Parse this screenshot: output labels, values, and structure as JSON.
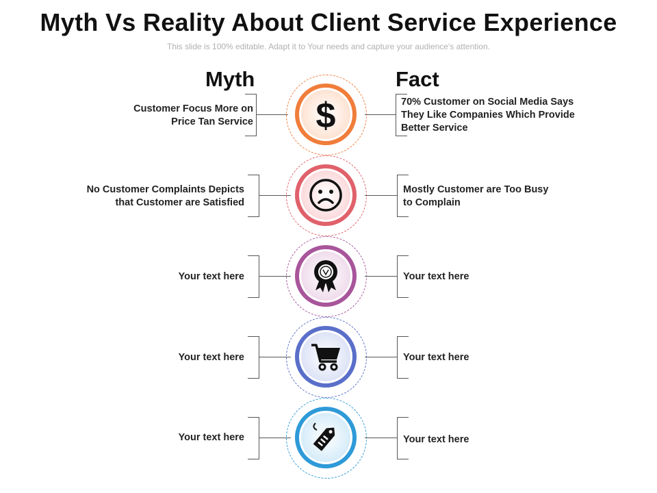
{
  "title": "Myth Vs Reality About Client Service Experience",
  "subtitle": "This slide is 100% editable. Adapt it to Your needs and capture your audience's attention.",
  "headers": {
    "myth": "Myth",
    "fact": "Fact"
  },
  "rows": [
    {
      "myth": "Customer Focus More on\nPrice Tan Service",
      "fact": "70% Customer on Social Media Says\nThey Like Companies Which Provide\nBetter Service",
      "icon": "dollar-icon",
      "color": "#f07d3a"
    },
    {
      "myth": "No Customer Complaints Depicts\nthat Customer are Satisfied",
      "fact": "Mostly Customer are Too Busy\nto Complain",
      "icon": "sad-face-icon",
      "color": "#e0616b"
    },
    {
      "myth": "Your text here",
      "fact": "Your text here",
      "icon": "award-badge-icon",
      "color": "#a8559b"
    },
    {
      "myth": "Your text here",
      "fact": "Your text here",
      "icon": "shopping-cart-icon",
      "color": "#5a6fc9"
    },
    {
      "myth": "Your text here",
      "fact": "Your text here",
      "icon": "price-tag-icon",
      "color": "#2e9ad8"
    }
  ]
}
